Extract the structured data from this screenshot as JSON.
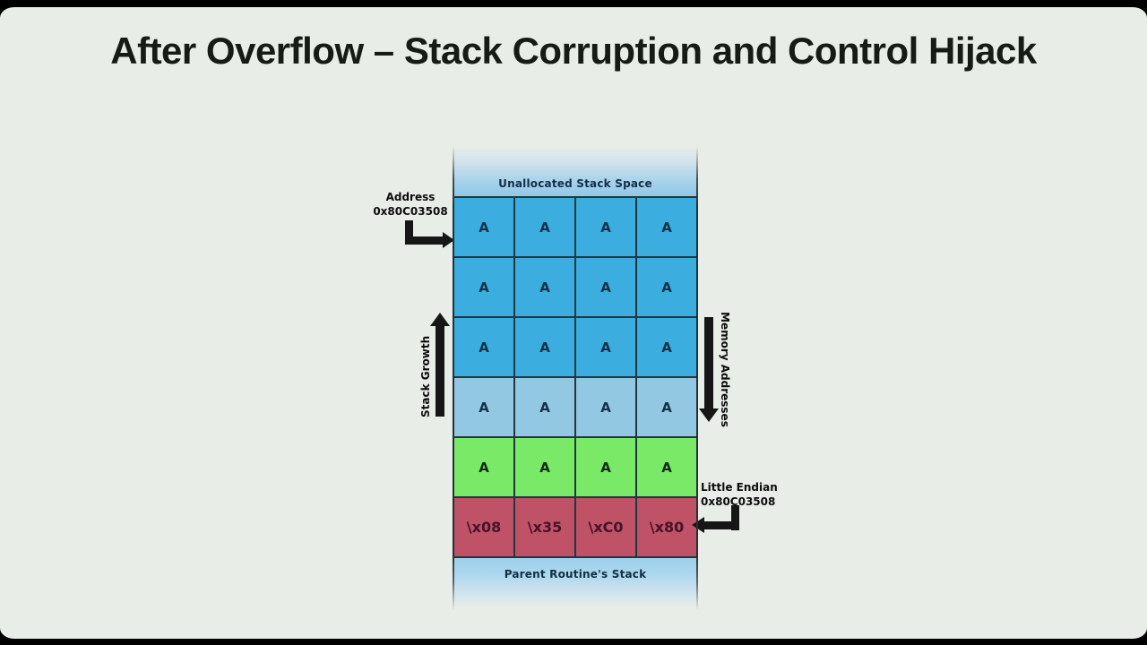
{
  "slide": {
    "title": "After Overflow – Stack Corruption and Control Hijack"
  },
  "stack": {
    "top_cap": "Unallocated Stack Space",
    "bottom_cap": "Parent Routine's Stack",
    "rows": [
      {
        "type": "blue",
        "cells": [
          "A",
          "A",
          "A",
          "A"
        ]
      },
      {
        "type": "blue",
        "cells": [
          "A",
          "A",
          "A",
          "A"
        ]
      },
      {
        "type": "blue",
        "cells": [
          "A",
          "A",
          "A",
          "A"
        ]
      },
      {
        "type": "lightblue",
        "cells": [
          "A",
          "A",
          "A",
          "A"
        ]
      },
      {
        "type": "green",
        "cells": [
          "A",
          "A",
          "A",
          "A"
        ]
      },
      {
        "type": "payload",
        "cells": [
          "\\x08",
          "\\x35",
          "\\xC0",
          "\\x80"
        ]
      }
    ]
  },
  "annotations": {
    "address": {
      "line1": "Address",
      "line2": "0x80C03508"
    },
    "stack_growth": "Stack Growth",
    "memory_addresses": "Memory Addresses",
    "little_endian": {
      "line1": "Little Endian",
      "line2": "0x80C03508"
    }
  },
  "colors": {
    "background_panel": "#e8ede7",
    "letterbox": "#000000",
    "cell_blue": "#3badde",
    "cell_lightblue": "#93c8e3",
    "cell_green": "#7be968",
    "cell_payload_red": "#bf5267",
    "grid_border": "#203640",
    "arrow_black": "#161616",
    "cap_blue": "#9fd1ec"
  }
}
